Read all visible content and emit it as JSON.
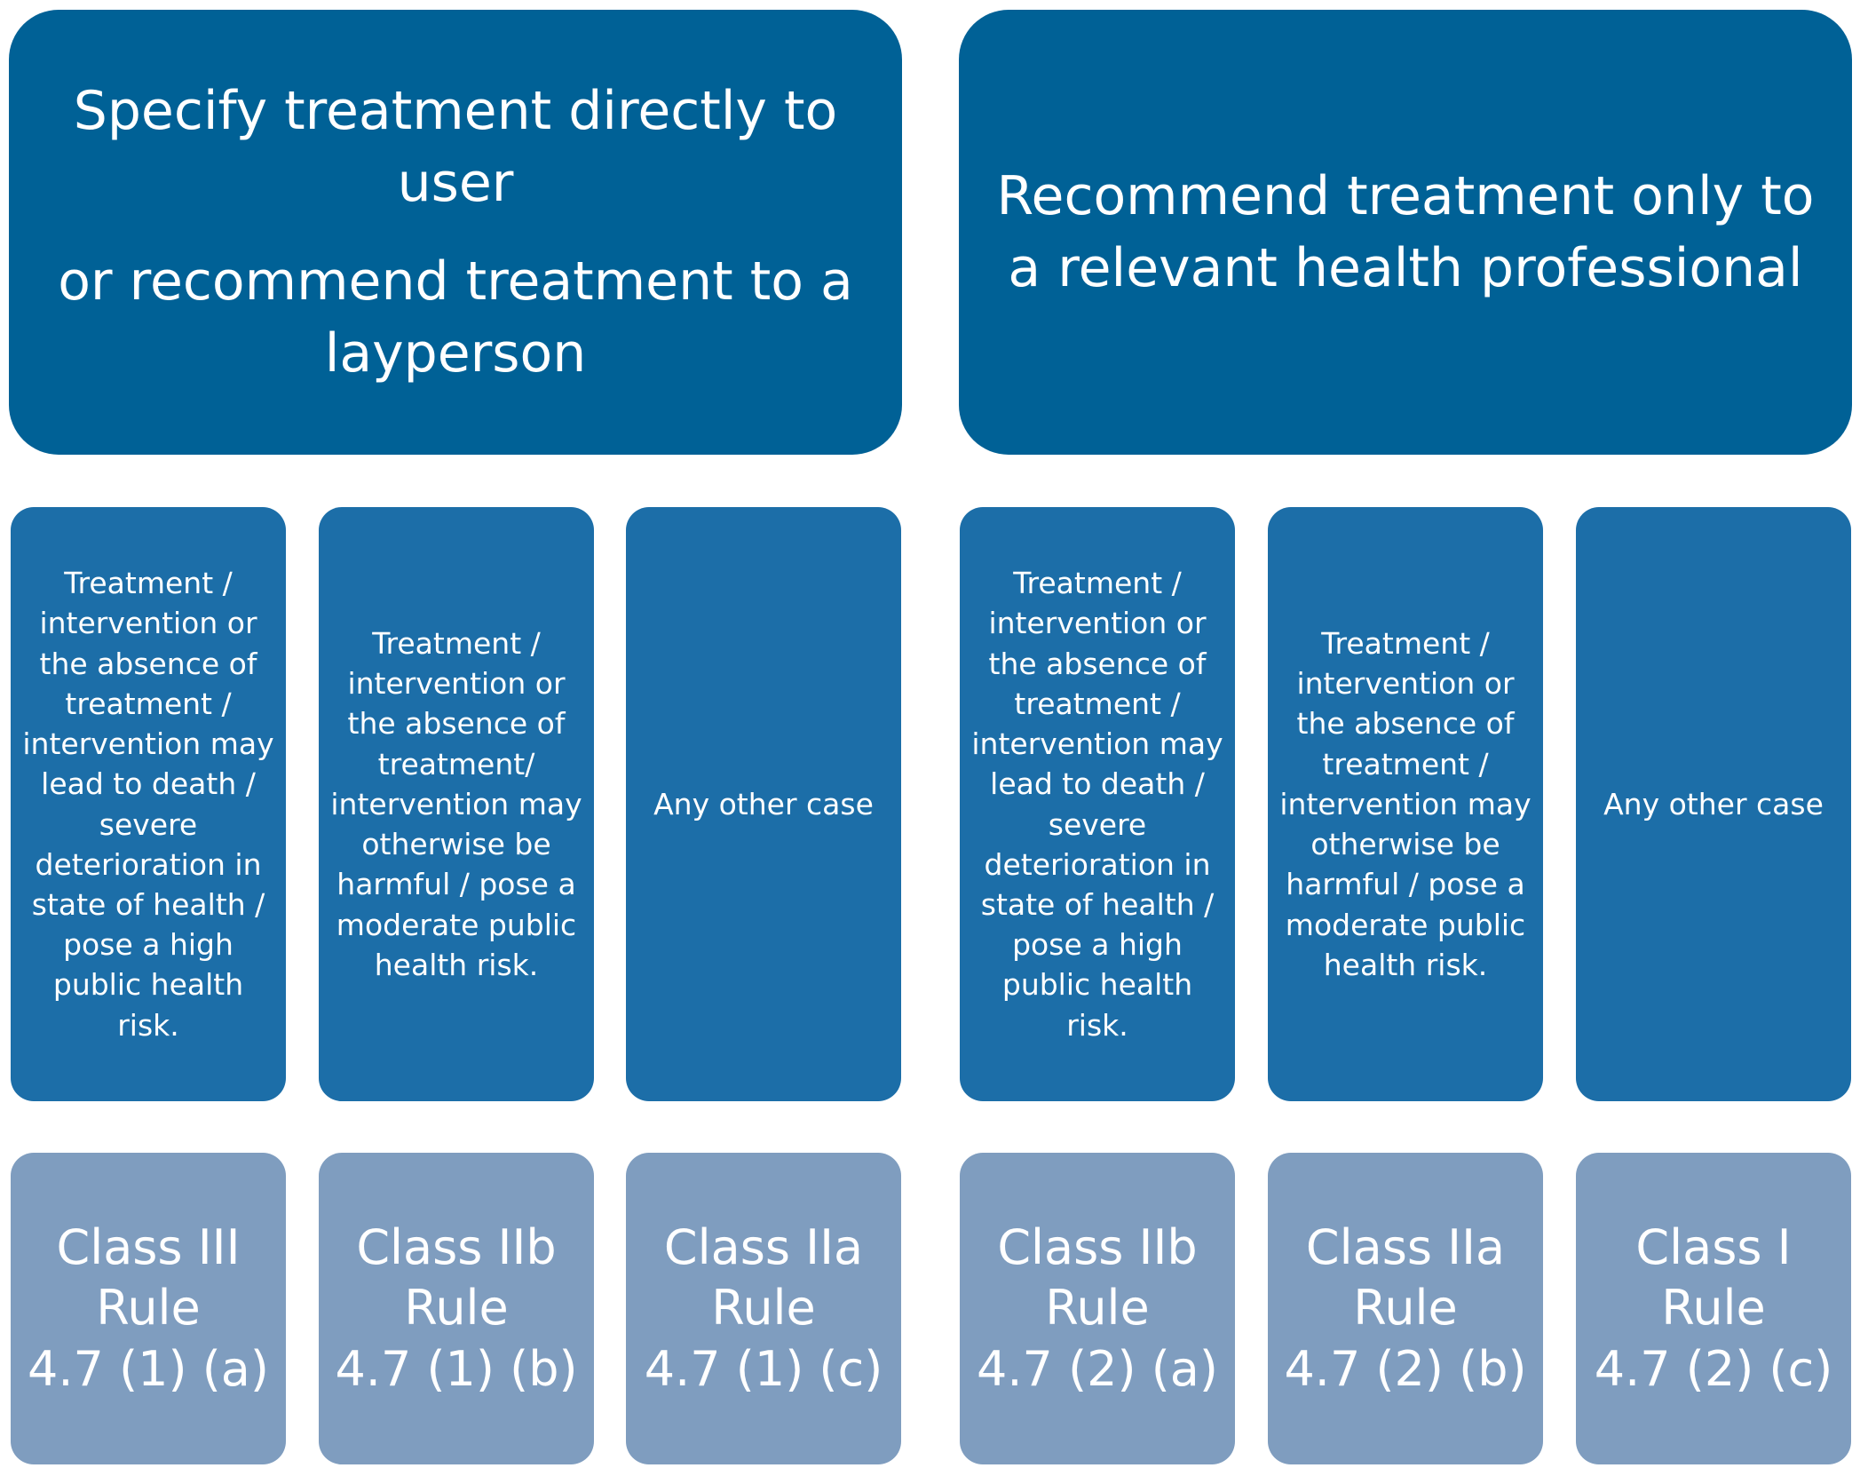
{
  "headers": {
    "left": {
      "line1": "Specify treatment directly to user",
      "line2": "or recommend treatment to a layperson"
    },
    "right": {
      "line1": "Recommend treatment only to a relevant health professional"
    }
  },
  "conditions": [
    "Treatment / intervention or the absence of treatment / intervention may lead to death / severe deterioration in state of health / pose a high public health risk.",
    "Treatment / intervention or the absence of treatment/ intervention may otherwise be harmful / pose a moderate public health risk.",
    "Any other case",
    "Treatment / intervention or the absence of treatment / intervention may lead to death / severe deterioration in state of health / pose a high public health risk.",
    "Treatment / intervention or the absence of treatment / intervention may otherwise be harmful / pose a moderate public health risk.",
    "Any other case"
  ],
  "classes": [
    {
      "class": "Class III",
      "rule": "Rule",
      "ref": "4.7 (1) (a)"
    },
    {
      "class": "Class IIb",
      "rule": "Rule",
      "ref": "4.7 (1) (b)"
    },
    {
      "class": "Class IIa",
      "rule": "Rule",
      "ref": "4.7 (1) (c)"
    },
    {
      "class": "Class IIb",
      "rule": "Rule",
      "ref": "4.7 (2) (a)"
    },
    {
      "class": "Class IIa",
      "rule": "Rule",
      "ref": "4.7 (2) (b)"
    },
    {
      "class": "Class I",
      "rule": "Rule",
      "ref": "4.7 (2) (c)"
    }
  ],
  "colors": {
    "header": "#006196",
    "condition": "#1c6ea8",
    "class": "#7f9dbf"
  }
}
